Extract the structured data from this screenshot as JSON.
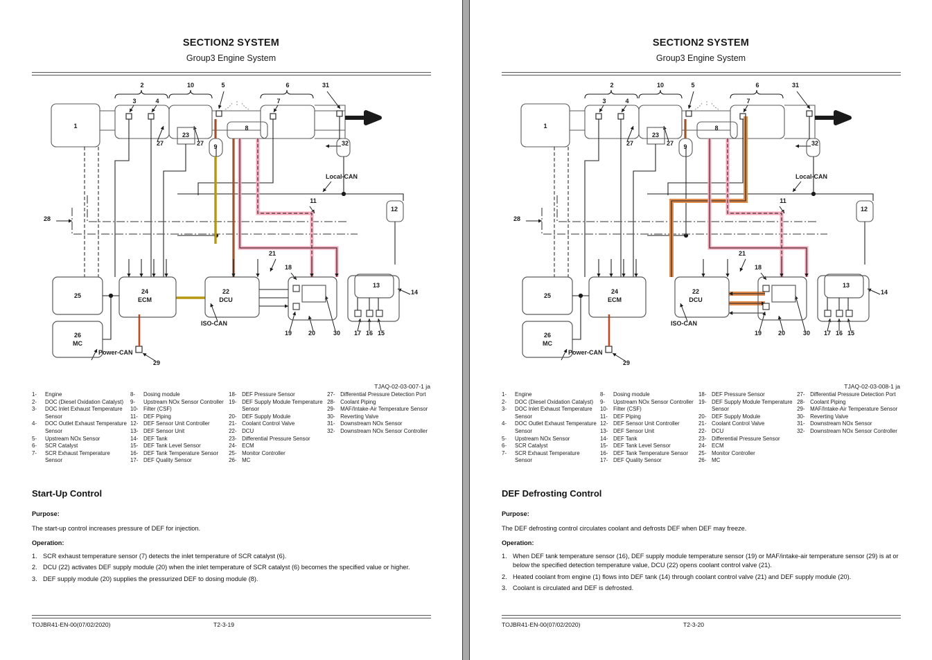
{
  "pages": [
    {
      "header": {
        "title": "SECTION2 SYSTEM",
        "subtitle": "Group3 Engine System"
      },
      "figure_ref": "TJAQ-02-03-007-1 ja",
      "section_title": "Start-Up Control",
      "purpose_label": "Purpose:",
      "purpose_text": "The start-up control increases pressure of DEF for injection.",
      "operation_label": "Operation:",
      "operation": [
        {
          "num": "1.",
          "text": "SCR exhaust temperature sensor (7) detects the inlet temperature of SCR catalyst (6)."
        },
        {
          "num": "2.",
          "text": "DCU (22) activates DEF supply module (20) when the inlet temperature of SCR catalyst (6) becomes the specified value or higher."
        },
        {
          "num": "3.",
          "text": "DEF supply module (20) supplies the pressurized DEF to dosing module (8)."
        }
      ],
      "footer": {
        "doc": "TOJBR41-EN-00(07/02/2020)",
        "page": "T2-3-19"
      }
    },
    {
      "header": {
        "title": "SECTION2 SYSTEM",
        "subtitle": "Group3 Engine System"
      },
      "figure_ref": "TJAQ-02-03-008-1 ja",
      "section_title": "DEF Defrosting Control",
      "purpose_label": "Purpose:",
      "purpose_text": "The DEF defrosting control circulates coolant and defrosts DEF when DEF may freeze.",
      "operation_label": "Operation:",
      "operation": [
        {
          "num": "1.",
          "text": "When DEF tank temperature sensor (16), DEF supply module temperature sensor (19) or MAF/intake-air temperature sensor (29) is at or below the specified detection temperature value, DCU (22) opens coolant control valve (21)."
        },
        {
          "num": "2.",
          "text": "Heated coolant from engine (1) flows into DEF tank (14) through coolant control valve (21) and DEF supply module (20)."
        },
        {
          "num": "3.",
          "text": "Coolant is circulated and DEF is defrosted."
        }
      ],
      "footer": {
        "doc": "TOJBR41-EN-00(07/02/2020)",
        "page": "T2-3-20"
      }
    }
  ],
  "legend": {
    "columns": [
      [
        {
          "num": "1-",
          "text": "Engine"
        },
        {
          "num": "2-",
          "text": "DOC (Diesel Oxidation Catalyst)"
        },
        {
          "num": "3-",
          "text": "DOC Inlet Exhaust Temperature Sensor"
        },
        {
          "num": "4-",
          "text": "DOC Outlet Exhaust Temperature Sensor"
        },
        {
          "num": "5-",
          "text": "Upstream NOx Sensor"
        },
        {
          "num": "6-",
          "text": "SCR Catalyst"
        },
        {
          "num": "7-",
          "text": "SCR Exhaust Temperature Sensor"
        }
      ],
      [
        {
          "num": "8-",
          "text": "Dosing module"
        },
        {
          "num": "9-",
          "text": "Upstream NOx Sensor Controller"
        },
        {
          "num": "10-",
          "text": "Filter (CSF)"
        },
        {
          "num": "11-",
          "text": "DEF Piping"
        },
        {
          "num": "12-",
          "text": "DEF Sensor Unit Controller"
        },
        {
          "num": "13-",
          "text": "DEF Sensor Unit"
        },
        {
          "num": "14-",
          "text": "DEF Tank"
        },
        {
          "num": "15-",
          "text": "DEF Tank Level Sensor"
        },
        {
          "num": "16-",
          "text": "DEF Tank Temperature Sensor"
        },
        {
          "num": "17-",
          "text": "DEF Quality Sensor"
        }
      ],
      [
        {
          "num": "18-",
          "text": "DEF Pressure Sensor"
        },
        {
          "num": "19-",
          "text": "DEF Supply Module Temperature Sensor"
        },
        {
          "num": "20-",
          "text": "DEF Supply Module"
        },
        {
          "num": "21-",
          "text": "Coolant Control Valve"
        },
        {
          "num": "22-",
          "text": "DCU"
        },
        {
          "num": "23-",
          "text": "Differential Pressure Sensor"
        },
        {
          "num": "24-",
          "text": "ECM"
        },
        {
          "num": "25-",
          "text": "Monitor Controller"
        },
        {
          "num": "26-",
          "text": "MC"
        }
      ],
      [
        {
          "num": "27-",
          "text": "Differential Pressure Detection Port"
        },
        {
          "num": "28-",
          "text": "Coolant Piping"
        },
        {
          "num": "29-",
          "text": "MAF/Intake-Air Temperature Sensor"
        },
        {
          "num": "30-",
          "text": "Reverting Valve"
        },
        {
          "num": "31-",
          "text": "Downstream NOx Sensor"
        },
        {
          "num": "32-",
          "text": "Downstream NOx Sensor Controller"
        }
      ]
    ]
  },
  "diagram": {
    "callouts": [
      "1",
      "2",
      "3",
      "4",
      "5",
      "6",
      "7",
      "8",
      "9",
      "10",
      "11",
      "12",
      "13",
      "14",
      "15",
      "16",
      "17",
      "18",
      "19",
      "20",
      "21",
      "22",
      "23",
      "24",
      "25",
      "26",
      "27",
      "28",
      "29",
      "30",
      "31",
      "32"
    ],
    "box_labels": {
      "engine": "1",
      "dosing_module": "8",
      "nox_controller": "9",
      "dps": "23",
      "def_sensor_unit_controller": "12",
      "def_sensor_unit": "13",
      "ecm_num": "24",
      "ecm_name": "ECM",
      "dcu_num": "22",
      "dcu_name": "DCU",
      "monitor_controller": "25",
      "mc_num": "26",
      "mc_name": "MC"
    },
    "bus_labels": {
      "local_can": "Local-CAN",
      "iso_can": "ISO-CAN",
      "power_can": "Power-CAN"
    },
    "colors": {
      "def_line": "#f4a7b9",
      "coolant_line": "#c8642a",
      "iso_can_line": "#b8960f",
      "power_can_line": "#c0491f",
      "outline": "#5a5a5a",
      "text": "#1a1a1a"
    }
  }
}
